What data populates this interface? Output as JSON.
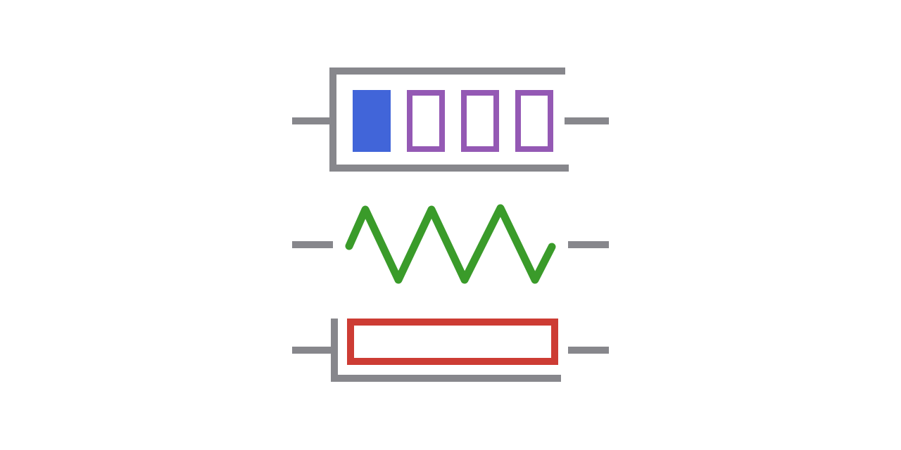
{
  "colors": {
    "background": "#ffffff",
    "wire": "#87878c",
    "cell_filled": "#4165d9",
    "cell_outline": "#9459b4",
    "zigzag": "#3a9b2a",
    "rect_outline": "#cd3c34"
  },
  "symbols": [
    {
      "name": "segmented-cell-symbol",
      "icon": "battery-level-icon",
      "cells_total": 4,
      "cells_filled": 1
    },
    {
      "name": "zigzag-resistor-symbol",
      "icon": "zigzag-resistor-icon",
      "peaks": 3
    },
    {
      "name": "rectangular-resistor-symbol",
      "icon": "rectangle-resistor-icon"
    }
  ]
}
